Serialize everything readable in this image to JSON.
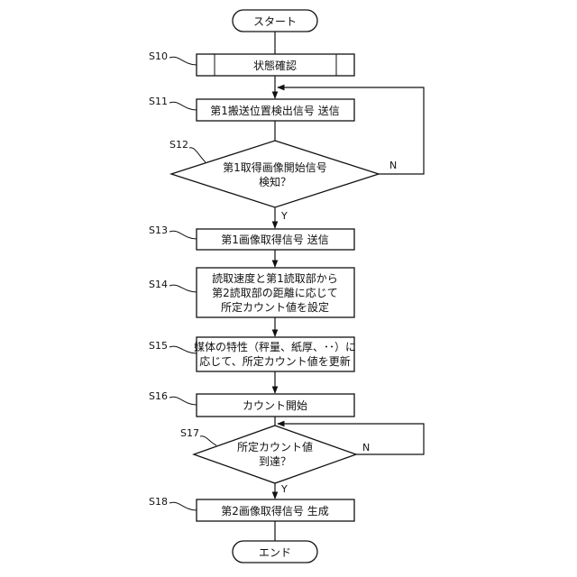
{
  "nodes": {
    "start": {
      "lines": [
        "スタート"
      ]
    },
    "s10": {
      "label": "S10",
      "lines": [
        "状態確認"
      ]
    },
    "s11": {
      "label": "S11",
      "lines": [
        "第1搬送位置検出信号 送信"
      ]
    },
    "s12": {
      "label": "S12",
      "lines": [
        "第1取得画像開始信号",
        "検知？"
      ],
      "no": "N",
      "yes": "Y"
    },
    "s13": {
      "label": "S13",
      "lines": [
        "第1画像取得信号 送信"
      ]
    },
    "s14": {
      "label": "S14",
      "lines": [
        "読取速度と第1読取部から",
        "第2読取部の距離に応じて",
        "所定カウント値を設定"
      ]
    },
    "s15": {
      "label": "S15",
      "lines": [
        "媒体の特性（秤量、紙厚、･･）に",
        "応じて、所定カウント値を更新"
      ]
    },
    "s16": {
      "label": "S16",
      "lines": [
        "カウント開始"
      ]
    },
    "s17": {
      "label": "S17",
      "lines": [
        "所定カウント値",
        "到達？"
      ],
      "no": "N",
      "yes": "Y"
    },
    "s18": {
      "label": "S18",
      "lines": [
        "第2画像取得信号 生成"
      ]
    },
    "end": {
      "lines": [
        "エンド"
      ]
    }
  }
}
